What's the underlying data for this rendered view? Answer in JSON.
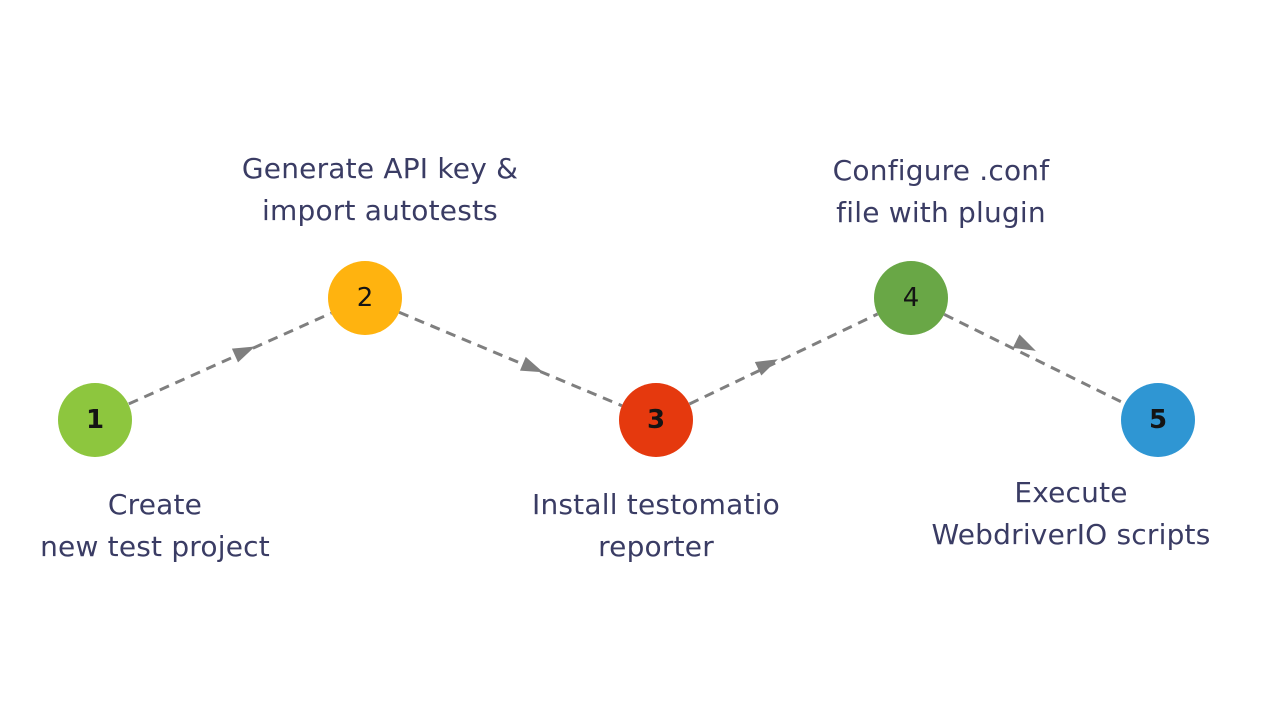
{
  "diagram": {
    "colors": {
      "background": "#ffffff",
      "text": "#3a3c64",
      "connector": "#7f7f7f",
      "number": "#141414"
    },
    "steps": [
      {
        "number": "1",
        "label_lines": [
          "Create",
          "new test project"
        ],
        "color": "#8dc63e",
        "label_position": "below"
      },
      {
        "number": "2",
        "label_lines": [
          "Generate API key &",
          "import autotests"
        ],
        "color": "#ffb30f",
        "label_position": "above"
      },
      {
        "number": "3",
        "label_lines": [
          "Install testomatio",
          "reporter"
        ],
        "color": "#e5390e",
        "label_position": "below"
      },
      {
        "number": "4",
        "label_lines": [
          "Configure .conf",
          "file with plugin"
        ],
        "color": "#69a746",
        "label_position": "above"
      },
      {
        "number": "5",
        "label_lines": [
          "Execute",
          "WebdriverIO scripts"
        ],
        "color": "#2f96d3",
        "label_position": "below"
      }
    ],
    "connections": [
      {
        "from": "1",
        "to": "2"
      },
      {
        "from": "2",
        "to": "3"
      },
      {
        "from": "3",
        "to": "4"
      },
      {
        "from": "4",
        "to": "5"
      }
    ]
  }
}
